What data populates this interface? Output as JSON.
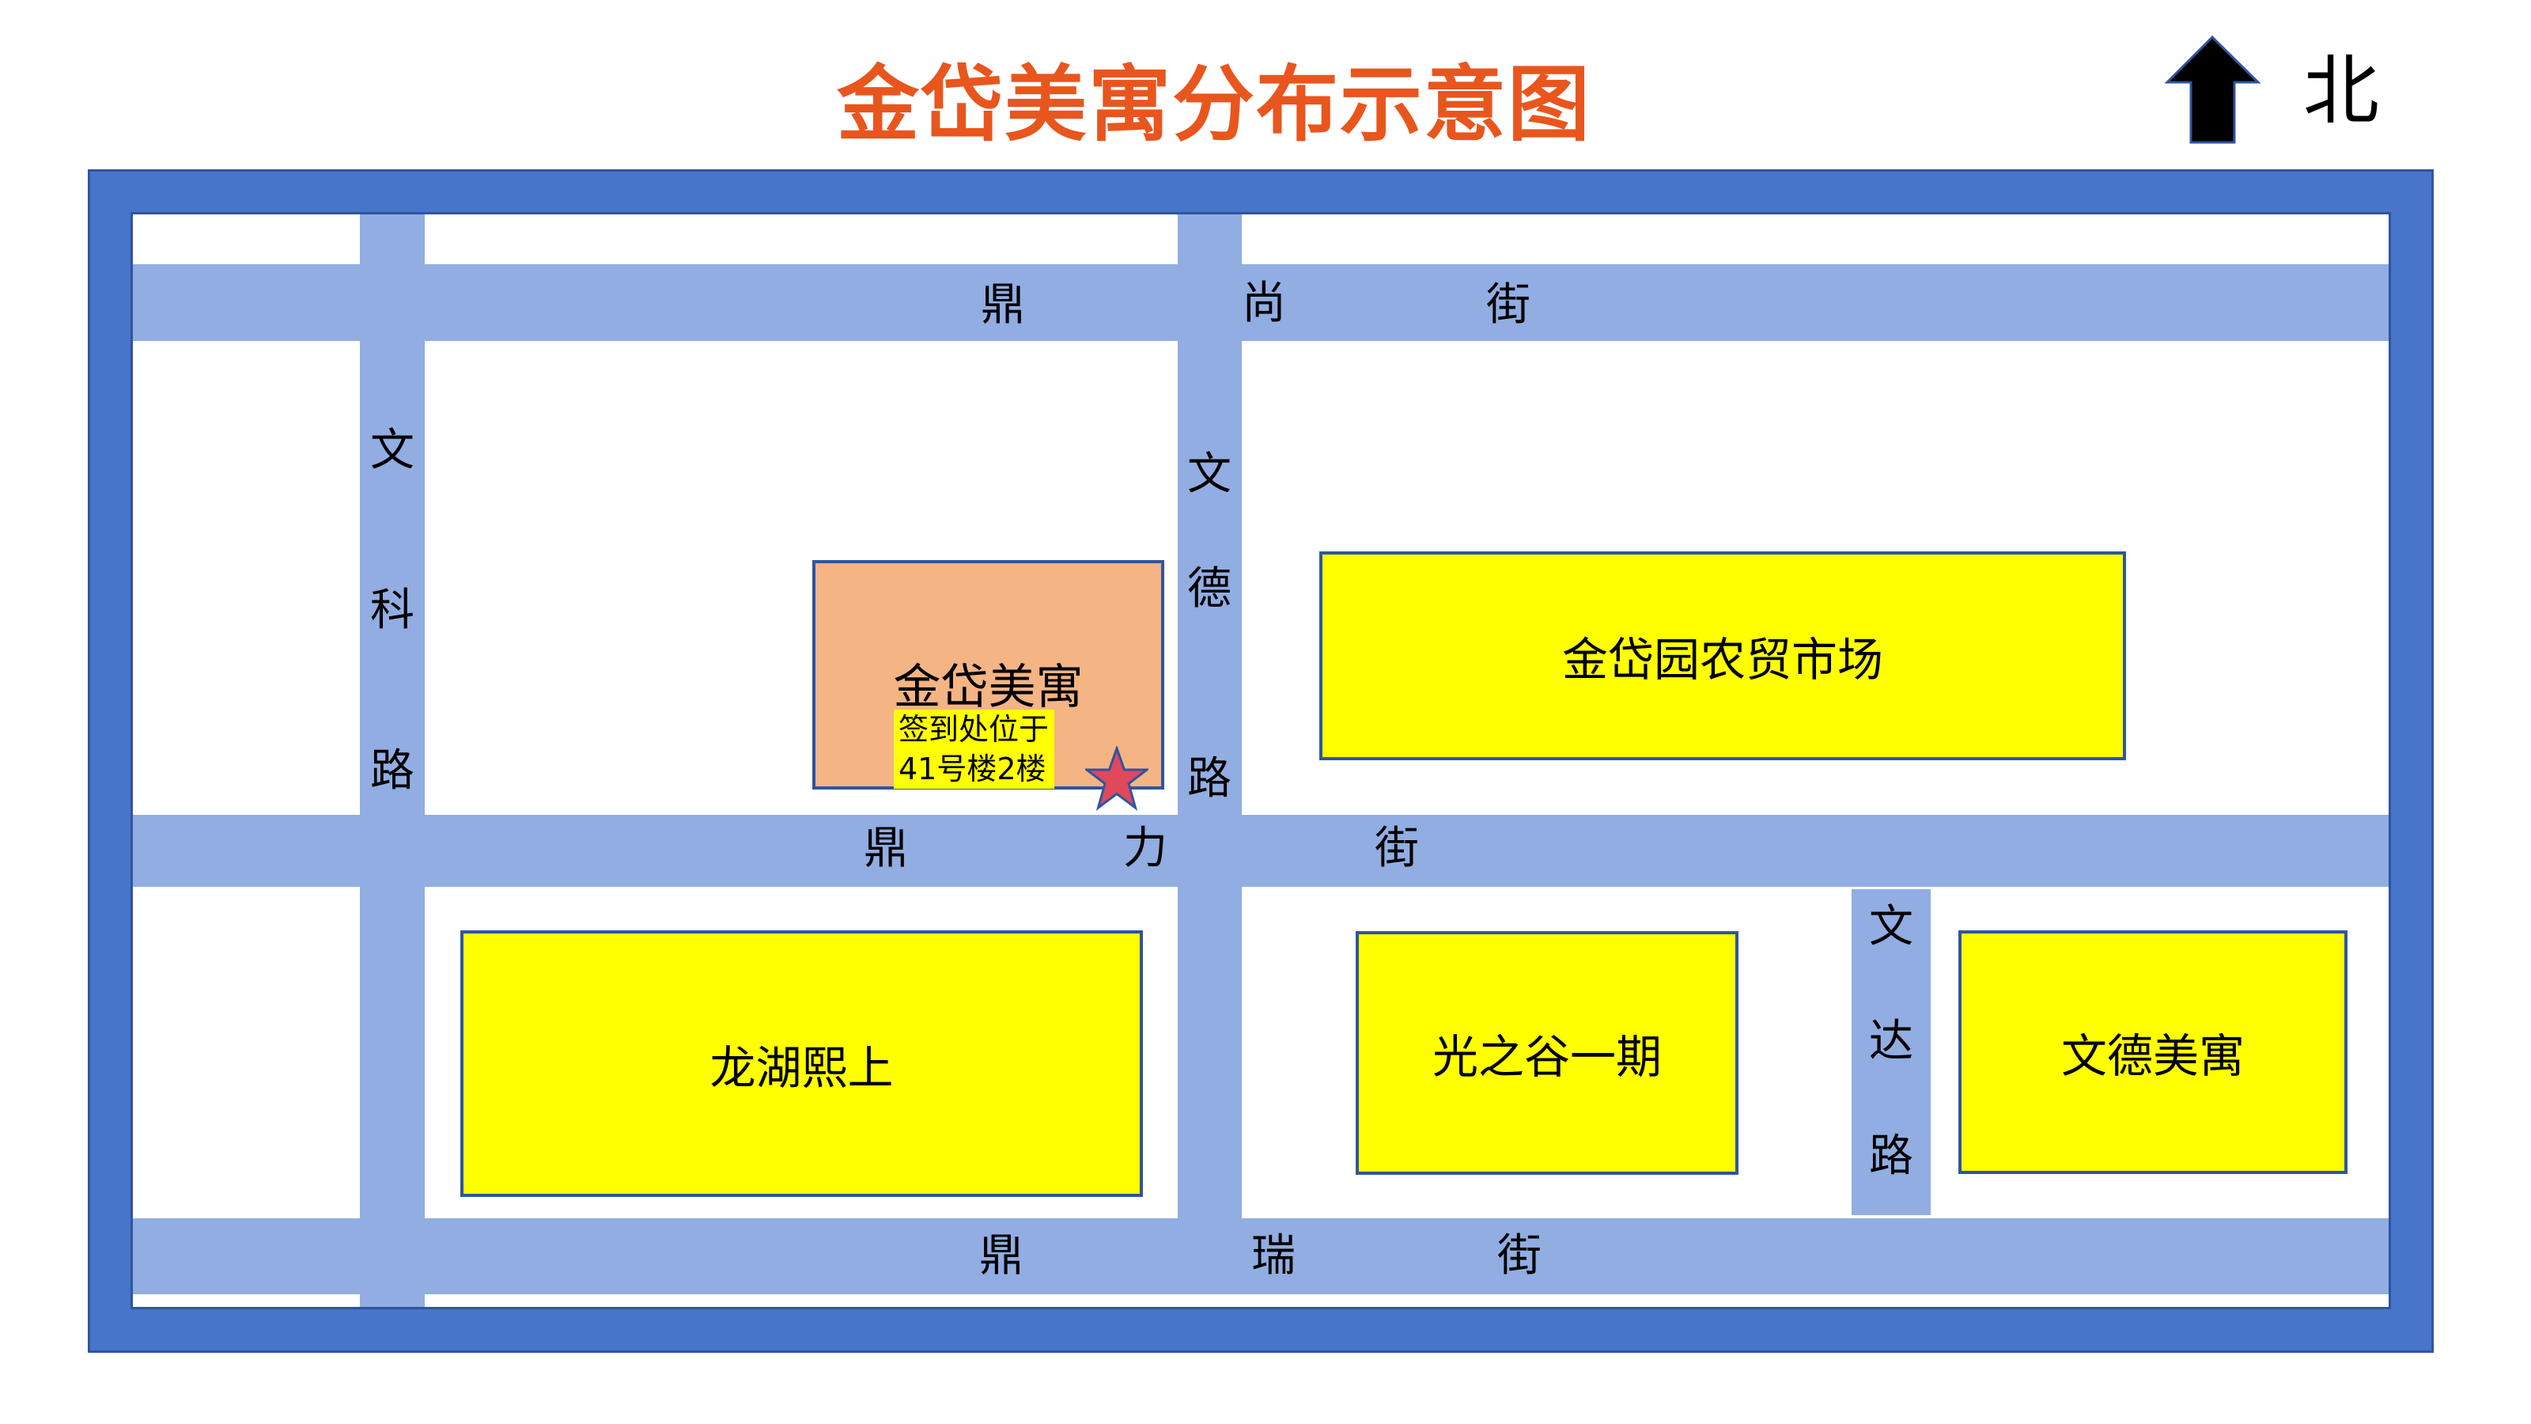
{
  "header": {
    "title": "金岱美寓分布示意图",
    "title_color": "#E8561E",
    "north_indicator": {
      "icon": "north-arrow-icon",
      "label": "北"
    }
  },
  "colors": {
    "frame": "#4775CA",
    "frame_edge": "#2F55A0",
    "road": "#91ADE2",
    "block_yellow": "#FFFF00",
    "block_orange": "#F4B483",
    "star": "#E0485C"
  },
  "roads": {
    "dingshang": {
      "name": "鼎尚街",
      "chars": [
        "鼎",
        "尚",
        "街"
      ]
    },
    "dingli": {
      "name": "鼎力街",
      "chars": [
        "鼎",
        "力",
        "街"
      ]
    },
    "dingrui": {
      "name": "鼎瑞街",
      "chars": [
        "鼎",
        "瑞",
        "街"
      ]
    },
    "wenke": {
      "name": "文科路",
      "chars": [
        "文",
        "科",
        "路"
      ]
    },
    "wende": {
      "name": "文德路",
      "chars": [
        "文",
        "德",
        "路"
      ]
    },
    "wenda": {
      "name": "文达路",
      "chars": [
        "文",
        "达",
        "路"
      ]
    }
  },
  "blocks": {
    "jindai_meiyu": {
      "label": "金岱美寓",
      "note_line1": "签到处位于",
      "note_line2": "41号楼2楼",
      "marker": "star-icon"
    },
    "market": {
      "label": "金岱园农贸市场"
    },
    "longhu": {
      "label": "龙湖熙上"
    },
    "guangzhigu": {
      "label": "光之谷一期"
    },
    "wende_meiyu": {
      "label": "文德美寓"
    }
  }
}
